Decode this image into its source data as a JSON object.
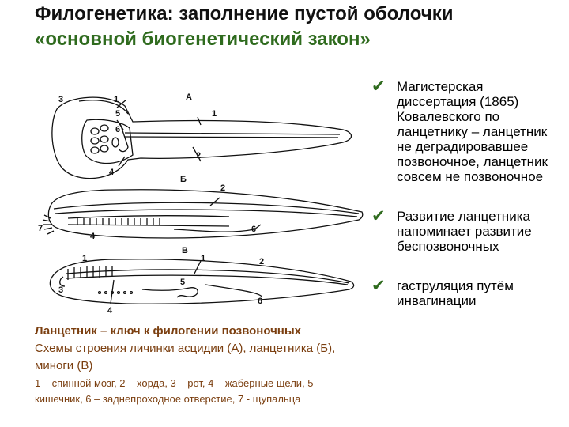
{
  "title": {
    "line1": "Филогенетика: заполнение пустой оболочки",
    "line2": "«основной биогенетический закон»"
  },
  "bullets": [
    {
      "icon": "checkmark-icon",
      "text": "Магистерская диссертация (1865) Ковалевского по ланцетнику – ланцетник не деградировавшее позвоночное, ланцетник совсем не позвоночное"
    },
    {
      "icon": "checkmark-icon",
      "text": "Развитие ланцетника напоминает развитие беспозвоночных"
    },
    {
      "icon": "checkmark-icon",
      "text": "гаструляция путём инвагинации"
    }
  ],
  "figure": {
    "panels": {
      "a": "А",
      "b": "Б",
      "c": "В"
    },
    "labels": {
      "n1": "1",
      "n2": "2",
      "n3": "3",
      "n4": "4",
      "n5": "5",
      "n6": "6",
      "n7": "7"
    }
  },
  "caption": {
    "heading": "Ланцетник – ключ к филогении позвоночных",
    "subtitle": "Схемы строения личинки асцидии (А), ланцетника (Б), миноги (В)",
    "key": "1 – спинной мозг, 2 – хорда, 3 – рот, 4 – жаберные щели, 5 – кишечник, 6 – заднепроходное отверстие, 7 - щупальца"
  },
  "colors": {
    "title_primary": "#111111",
    "title_accent": "#2f6b1e",
    "caption": "#7b3f10",
    "checkmark": "#2f6b1e"
  }
}
